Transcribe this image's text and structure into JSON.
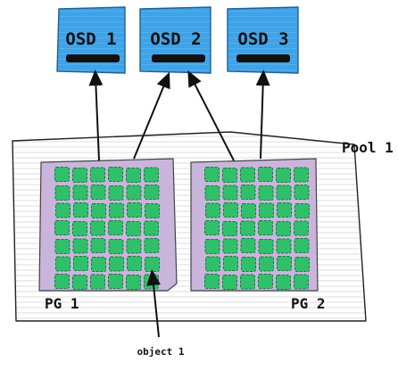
{
  "pool": {
    "label": "Pool 1"
  },
  "osds": [
    {
      "label": "OSD 1"
    },
    {
      "label": "OSD 2"
    },
    {
      "label": "OSD 3"
    }
  ],
  "placement_groups": [
    {
      "label": "PG 1",
      "grid": {
        "rows": 7,
        "cols": 6
      }
    },
    {
      "label": "PG 2",
      "grid": {
        "rows": 7,
        "cols": 6
      }
    }
  ],
  "object": {
    "label": "object 1"
  },
  "colors": {
    "osd_fill": "#3fa3e8",
    "osd_edge": "#1e5f96",
    "pg_fill": "#c9b5dc",
    "object_fill": "#2fc06a",
    "object_edge": "#1a7a3c",
    "ink": "#111111"
  }
}
